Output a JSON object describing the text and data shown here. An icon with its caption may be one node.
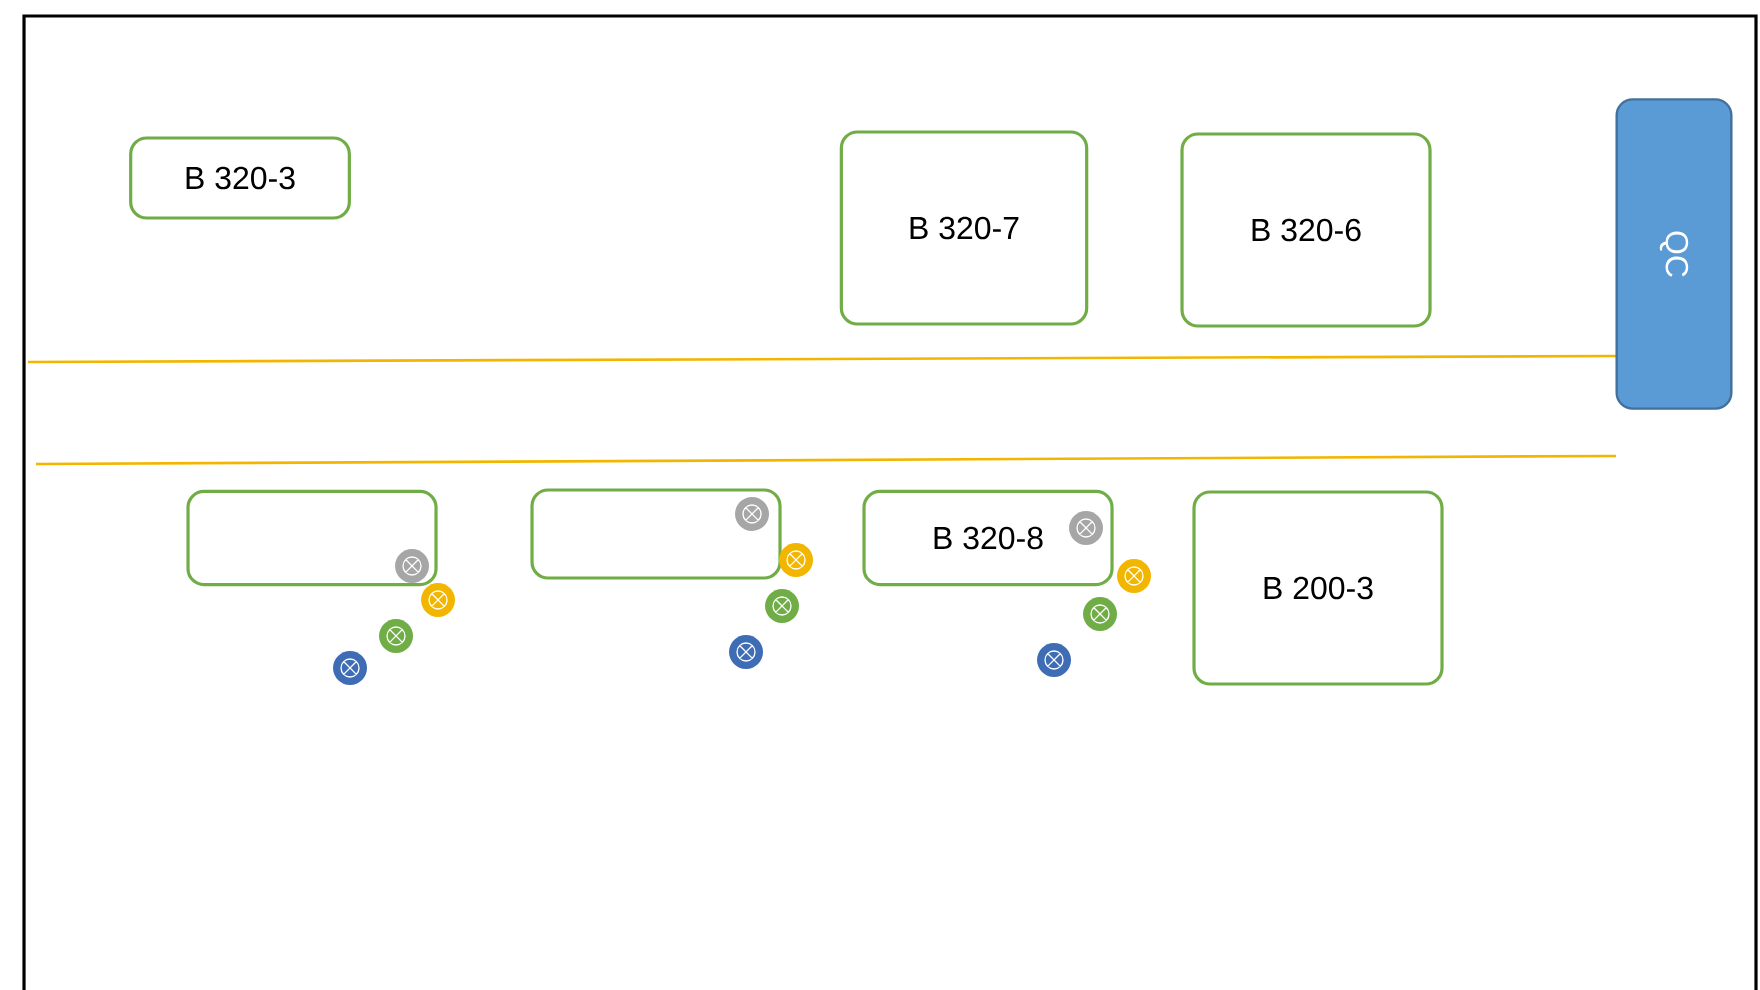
{
  "diagram": {
    "nodes": [
      {
        "text": [
          "B 320-3"
        ]
      },
      {
        "text": [
          "B 320-7"
        ]
      },
      {
        "text": [
          "B 320-6"
        ]
      },
      {
        "text": [
          "QC"
        ]
      },
      {
        "text": [],
        "shape": "box"
      },
      {
        "text": [],
        "shape": "box"
      },
      {
        "text": [
          "B 320-8"
        ]
      },
      {
        "text": [
          "B 200-3"
        ]
      }
    ]
  }
}
